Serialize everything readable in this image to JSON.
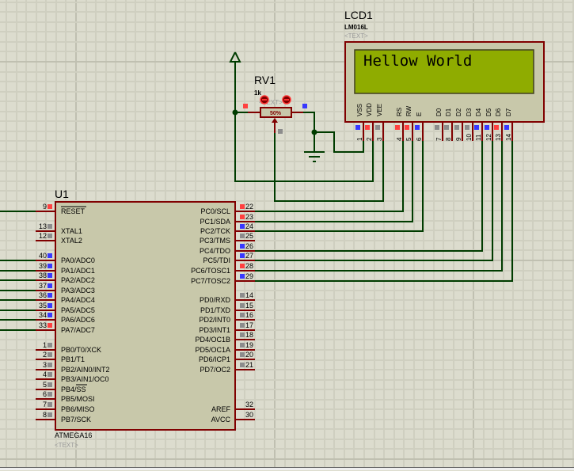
{
  "colors": {
    "background": "#dcdcce",
    "grid_minor": "#cfcfc0",
    "grid_major": "#c0c0b1",
    "component_body": "#c8c8aa",
    "component_outline": "#800000",
    "wire": "#003c00",
    "lcd_screen": "#8fac00",
    "pin_high": "#ff4040",
    "pin_low": "#3838ff",
    "pin_float": "#8c8c8c"
  },
  "lcd": {
    "ref": "LCD1",
    "value": "LM016L",
    "text_placeholder": "<TEXT>",
    "display_line1": "Hellow World",
    "display_line2": "",
    "pins": [
      {
        "num": "1",
        "name": "VSS",
        "state": "low"
      },
      {
        "num": "2",
        "name": "VDD",
        "state": "high"
      },
      {
        "num": "3",
        "name": "VEE",
        "state": "float"
      },
      {
        "num": "4",
        "name": "RS",
        "state": "high"
      },
      {
        "num": "5",
        "name": "RW",
        "state": "high"
      },
      {
        "num": "6",
        "name": "E",
        "state": "low"
      },
      {
        "num": "7",
        "name": "D0",
        "state": "float"
      },
      {
        "num": "8",
        "name": "D1",
        "state": "float"
      },
      {
        "num": "9",
        "name": "D2",
        "state": "float"
      },
      {
        "num": "10",
        "name": "D3",
        "state": "float"
      },
      {
        "num": "11",
        "name": "D4",
        "state": "low"
      },
      {
        "num": "12",
        "name": "D5",
        "state": "low"
      },
      {
        "num": "13",
        "name": "D6",
        "state": "high"
      },
      {
        "num": "14",
        "name": "D7",
        "state": "low"
      }
    ]
  },
  "pot": {
    "ref": "RV1",
    "value": "1k",
    "text_placeholder": "<TEXT>",
    "position_percent": 50,
    "position_label": "50%",
    "pin_left_state": "high",
    "pin_right_state": "low",
    "pin_wiper_state": "float"
  },
  "mcu": {
    "ref": "U1",
    "part": "ATMEGA16",
    "text_placeholder": "<TEXT>",
    "left_pins": [
      {
        "num": "9",
        "name": "RESET",
        "overline": true,
        "state": "high",
        "wired": true
      },
      {
        "num": "13",
        "name": "XTAL1",
        "state": "float",
        "wired": false
      },
      {
        "num": "12",
        "name": "XTAL2",
        "state": "float",
        "wired": false
      },
      {
        "num": "40",
        "name": "PA0/ADC0",
        "state": "low",
        "wired": true
      },
      {
        "num": "39",
        "name": "PA1/ADC1",
        "state": "low",
        "wired": true
      },
      {
        "num": "38",
        "name": "PA2/ADC2",
        "state": "low",
        "wired": true
      },
      {
        "num": "37",
        "name": "PA3/ADC3",
        "state": "low",
        "wired": true
      },
      {
        "num": "36",
        "name": "PA4/ADC4",
        "state": "low",
        "wired": true
      },
      {
        "num": "35",
        "name": "PA5/ADC5",
        "state": "low",
        "wired": true
      },
      {
        "num": "34",
        "name": "PA6/ADC6",
        "state": "low",
        "wired": true
      },
      {
        "num": "33",
        "name": "PA7/ADC7",
        "state": "high",
        "wired": true
      },
      {
        "num": "1",
        "name": "PB0/T0/XCK",
        "state": "float",
        "wired": false
      },
      {
        "num": "2",
        "name": "PB1/T1",
        "state": "float",
        "wired": false
      },
      {
        "num": "3",
        "name": "PB2/AIN0/INT2",
        "state": "float",
        "wired": false
      },
      {
        "num": "4",
        "name": "PB3/AIN1/OC0",
        "state": "float",
        "wired": false
      },
      {
        "num": "5",
        "name": "PB4/SS",
        "state": "float",
        "wired": false
      },
      {
        "num": "6",
        "name": "PB5/MOSI",
        "state": "float",
        "wired": false
      },
      {
        "num": "7",
        "name": "PB6/MISO",
        "state": "float",
        "wired": false
      },
      {
        "num": "8",
        "name": "PB7/SCK",
        "state": "float",
        "wired": false
      }
    ],
    "right_pins": [
      {
        "num": "22",
        "name": "PC0/SCL",
        "state": "high"
      },
      {
        "num": "23",
        "name": "PC1/SDA",
        "state": "high"
      },
      {
        "num": "24",
        "name": "PC2/TCK",
        "state": "low"
      },
      {
        "num": "25",
        "name": "PC3/TMS",
        "state": "float"
      },
      {
        "num": "26",
        "name": "PC4/TDO",
        "state": "low"
      },
      {
        "num": "27",
        "name": "PC5/TDI",
        "state": "low"
      },
      {
        "num": "28",
        "name": "PC6/TOSC1",
        "state": "high"
      },
      {
        "num": "29",
        "name": "PC7/TOSC2",
        "state": "low"
      },
      {
        "num": "14",
        "name": "PD0/RXD",
        "state": "float"
      },
      {
        "num": "15",
        "name": "PD1/TXD",
        "state": "float"
      },
      {
        "num": "16",
        "name": "PD2/INT0",
        "state": "float"
      },
      {
        "num": "17",
        "name": "PD3/INT1",
        "state": "float"
      },
      {
        "num": "18",
        "name": "PD4/OC1B",
        "state": "float"
      },
      {
        "num": "19",
        "name": "PD5/OC1A",
        "state": "float"
      },
      {
        "num": "20",
        "name": "PD6/ICP1",
        "state": "float"
      },
      {
        "num": "21",
        "name": "PD7/OC2",
        "state": "float"
      },
      {
        "num": "32",
        "name": "AREF",
        "state": "none"
      },
      {
        "num": "30",
        "name": "AVCC",
        "state": "none"
      }
    ]
  },
  "connections": [
    {
      "from": "U1.PC0",
      "to": "LCD1.RS"
    },
    {
      "from": "U1.PC1",
      "to": "LCD1.RW"
    },
    {
      "from": "U1.PC2",
      "to": "LCD1.E"
    },
    {
      "from": "U1.PC4",
      "to": "LCD1.D4"
    },
    {
      "from": "U1.PC5",
      "to": "LCD1.D5"
    },
    {
      "from": "U1.PC6",
      "to": "LCD1.D6"
    },
    {
      "from": "U1.PC7",
      "to": "LCD1.D7"
    },
    {
      "from": "RV1.wiper",
      "to": "LCD1.VEE"
    },
    {
      "from": "POWER",
      "to": "LCD1.VDD"
    },
    {
      "from": "GROUND",
      "to": "LCD1.VSS"
    }
  ]
}
